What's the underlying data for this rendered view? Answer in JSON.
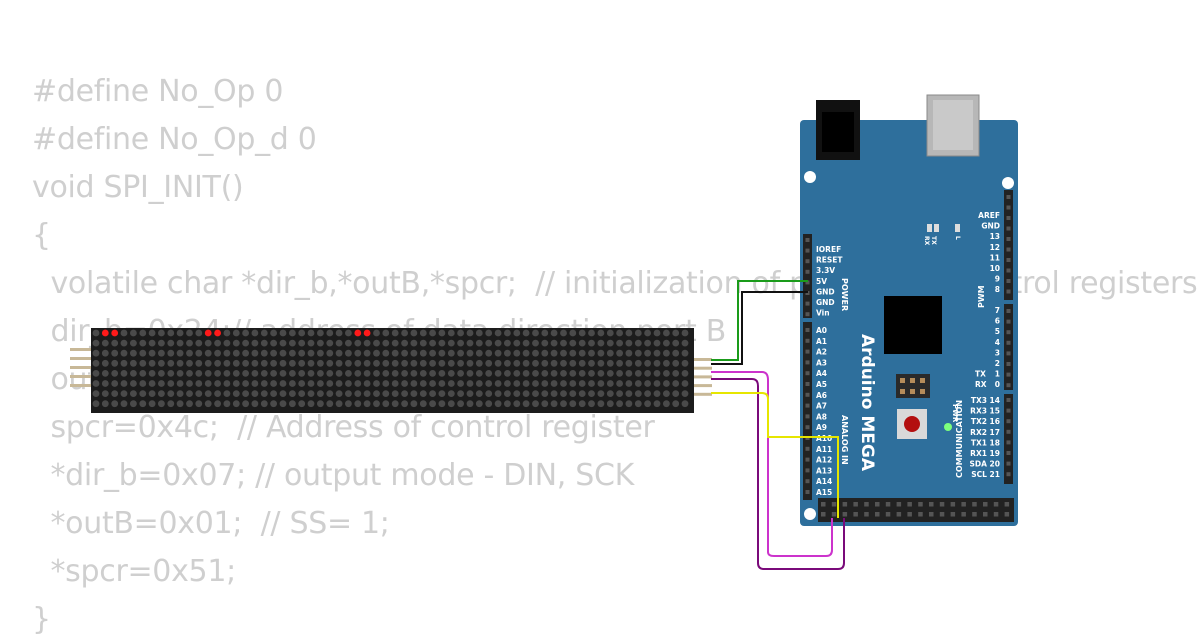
{
  "code_lines": [
    "#define No_Op 0",
    "#define No_Op_d 0",
    "void SPI_INIT()",
    "{",
    "  volatile char *dir_b,*outB,*spcr;  // initialization of pointers to control registers",
    "  dir_b=0x24;// address of data direction port B",
    "  outB=0x25; // address of output port B",
    "  spcr=0x4c;  // Address of control register",
    "  *dir_b=0x07; // output mode - DIN, SCK",
    "  *outB=0x01;  // SS= 1;",
    "  *spcr=0x51;",
    "}"
  ],
  "board": {
    "name": "Arduino MEGA",
    "power_header": [
      "IOREF",
      "RESET",
      "3.3V",
      "5V",
      "GND",
      "GND",
      "Vin"
    ],
    "power_title": "POWER",
    "analog_header": [
      "A0",
      "A1",
      "A2",
      "A3",
      "A4",
      "A5",
      "A6",
      "A7",
      "A8",
      "A9",
      "A10",
      "A11",
      "A12",
      "A13",
      "A14",
      "A15"
    ],
    "analog_title": "ANALOG IN",
    "digital_top": [
      "AREF",
      "GND",
      "13",
      "12",
      "11",
      "10",
      "9",
      "8"
    ],
    "digital_mid": [
      "7",
      "6",
      "5",
      "4",
      "3",
      "2",
      "1",
      "0"
    ],
    "digital_mid_prefix": [
      "",
      "",
      "",
      "",
      "",
      "",
      "TX",
      "RX"
    ],
    "pwm_title": "PWM",
    "comm_labels": [
      "TX3 14",
      "RX3 15",
      "TX2 16",
      "RX2 17",
      "TX1 18",
      "RX1 19",
      "SDA 20",
      "SCL 21"
    ],
    "comm_title": "COMMUNICATION",
    "led_labels": [
      "TX",
      "RX",
      "L"
    ],
    "pwr_led_label": "PWR"
  },
  "matrix": {
    "rows": 8,
    "cols": 64,
    "lit": [
      [
        0,
        1
      ],
      [
        0,
        2
      ],
      [
        0,
        12
      ],
      [
        0,
        13
      ],
      [
        0,
        28
      ],
      [
        0,
        29
      ]
    ]
  },
  "colors": {
    "code": "#cfcfcf",
    "board": "#2e6f9c",
    "matrix_bg": "#1c1c1c",
    "led_off": "#4a4a4a",
    "led_on": "#ff1a1a",
    "wire_green": "#1a9b1a",
    "wire_black": "#111111",
    "wire_magenta": "#cc33cc",
    "wire_purple": "#7a0a7a",
    "wire_yellow": "#e6e600"
  }
}
